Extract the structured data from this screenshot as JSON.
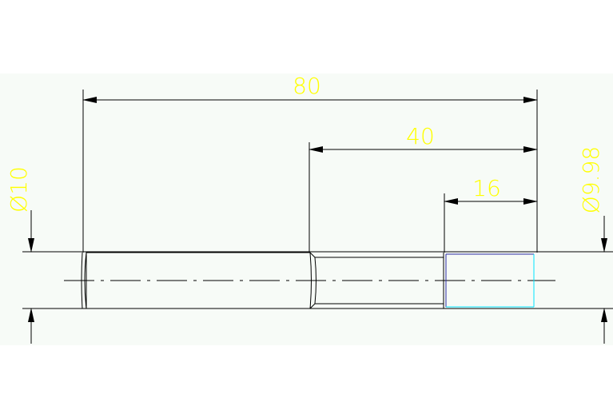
{
  "drawing": {
    "dimensions": {
      "overall_length": "80",
      "middle_length": "40",
      "thread_length": "16",
      "left_diameter": "Ø10",
      "right_diameter": "Ø9.98"
    },
    "colors": {
      "background": "#ffffff",
      "band": "#f7fbf7",
      "line": "#000000",
      "dimension_text": "#ffff00",
      "thread_outline_top": "#2a2aa0",
      "thread_outline_bottom": "#00e5ff"
    }
  }
}
